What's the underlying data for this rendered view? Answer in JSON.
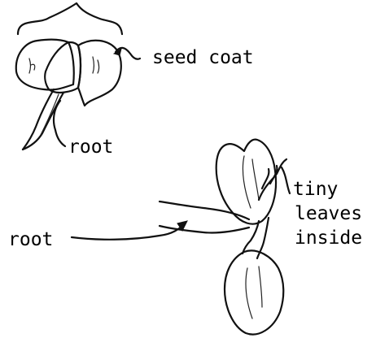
{
  "labels": {
    "seed_coat": "seed coat",
    "root_top": "root",
    "root_bottom": "root",
    "tiny_line1": "tiny",
    "tiny_line2": "leaves",
    "tiny_line3": "inside"
  },
  "colors": {
    "ink": "#111111",
    "background": "#ffffff"
  }
}
